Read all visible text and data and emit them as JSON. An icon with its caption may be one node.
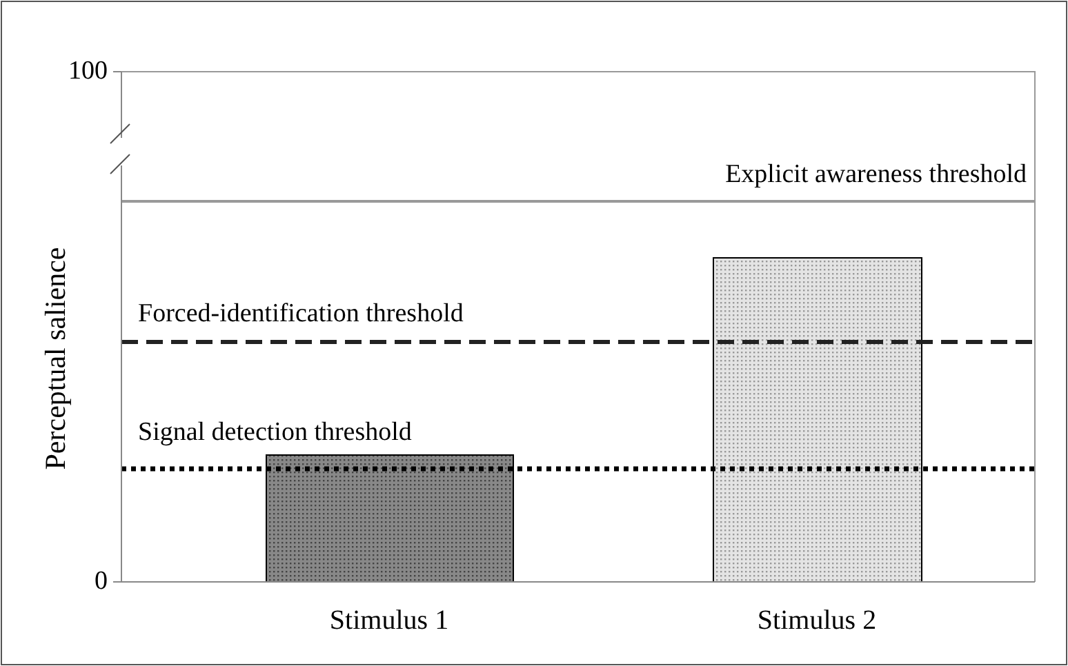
{
  "diagram": {
    "labels": [
      "100",
      "0",
      "Perceptual salience",
      "Explicit awareness threshold",
      "Forced-identification threshold",
      "Signal detection threshold",
      "Stimulus 1",
      "Stimulus 2"
    ]
  }
}
